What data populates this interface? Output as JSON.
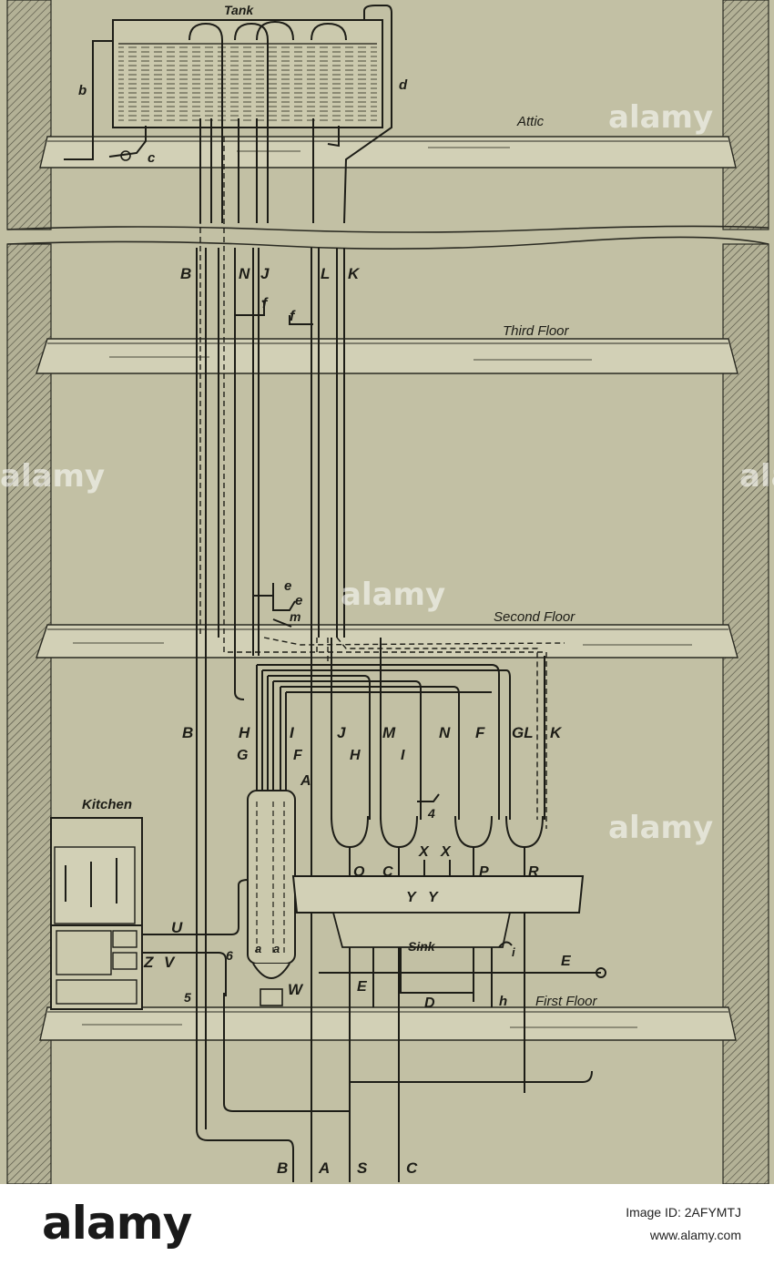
{
  "diagram": {
    "floor_labels": {
      "attic": "Attic",
      "third": "Third Floor",
      "second": "Second Floor",
      "first": "First Floor"
    },
    "component_labels": {
      "tank": "Tank",
      "kitchen": "Kitchen",
      "sink": "Sink"
    },
    "letters": {
      "attic_b": "b",
      "attic_c": "c",
      "attic_d": "d",
      "top_B": "B",
      "top_N": "N",
      "top_J": "J",
      "top_L": "L",
      "top_K": "K",
      "third_f1": "f",
      "third_f2": "f",
      "second_e1": "e",
      "second_e2": "e",
      "second_m": "m",
      "row_B": "B",
      "row_H": "H",
      "row_I": "I",
      "row_J": "J",
      "row_M": "M",
      "row_N": "N",
      "row_F": "F",
      "row_GL": "GL",
      "row_K": "K",
      "row2_G": "G",
      "row2_F": "F",
      "row2_H": "H",
      "row2_I": "I",
      "boiler_A": "A",
      "fix_4": "4",
      "fix_O": "O",
      "fix_C": "C",
      "fix_X1": "X",
      "fix_X2": "X",
      "fix_P": "P",
      "fix_R": "R",
      "fix_Y1": "Y",
      "fix_Y2": "Y",
      "rng_U": "U",
      "rng_Z": "Z",
      "rng_V": "V",
      "rng_6": "6",
      "rng_5": "5",
      "rng_W": "W",
      "boil_ua": "a",
      "boil_a": "a",
      "sink_E1": "E",
      "sink_E2": "E",
      "sink_D": "D",
      "sink_h": "h",
      "sink_i": "i",
      "bot_B": "B",
      "bot_A": "A",
      "bot_S": "S",
      "bot_C": "C"
    }
  },
  "watermark": {
    "text": "alamy",
    "logo": "alamy",
    "image_id": "Image ID: 2AFYMTJ",
    "url": "www.alamy.com"
  }
}
